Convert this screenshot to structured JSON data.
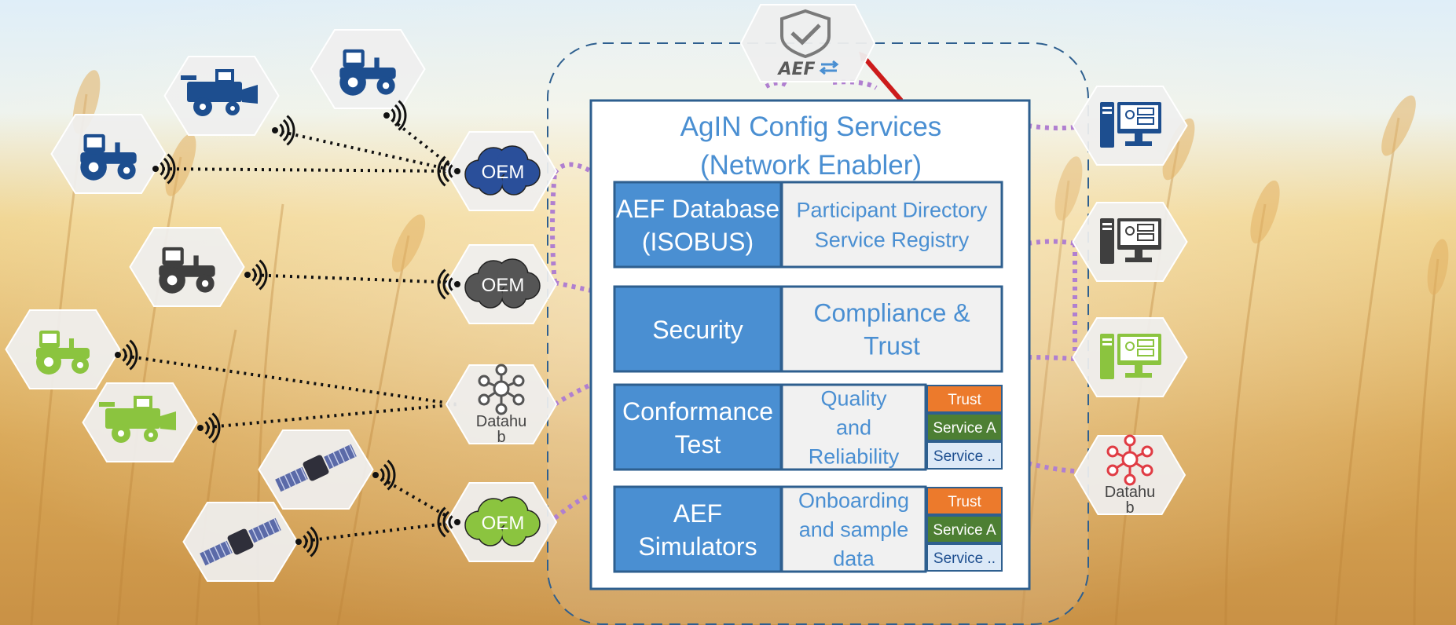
{
  "main": {
    "title_line1": "AgIN Config Services",
    "title_line2": "(Network Enabler)",
    "rows": [
      {
        "left": [
          "AEF Database",
          "(ISOBUS)"
        ],
        "right": [
          "Participant Directory",
          "Service Registry"
        ]
      },
      {
        "left": [
          "Security"
        ],
        "right": [
          "Compliance &",
          "Trust"
        ]
      },
      {
        "left": [
          "Conformance",
          "Test"
        ],
        "right": [
          "Quality",
          "and",
          "Reliability"
        ],
        "tags": [
          "Trust",
          "Service A",
          "Service .."
        ]
      },
      {
        "left": [
          "AEF",
          "Simulators"
        ],
        "right": [
          "Onboarding",
          "and sample",
          "data"
        ],
        "tags": [
          "Trust",
          "Service A",
          "Service .."
        ]
      }
    ]
  },
  "badge": {
    "label": "AEF",
    "icon": "shield-check-icon"
  },
  "nodes": {
    "oem_label": "OEM",
    "datahub_line1": "Datahu",
    "datahub_line2": "b"
  },
  "colors": {
    "box_blue": "#4a8fd2",
    "title_blue": "#4a8fd2",
    "border_blue": "#2e5f8f",
    "trust_orange": "#ec7a2c",
    "service_green": "#4d7f33",
    "service_light": "#dce9f7",
    "machine_blue": "#1d4e8f",
    "machine_gray": "#3f3f3f",
    "machine_green": "#8bc43f",
    "satellite": "#5b6aa8",
    "datahub_red": "#e03c44",
    "purple_link": "#b07fd0",
    "arrow_red": "#cc1b1b"
  }
}
